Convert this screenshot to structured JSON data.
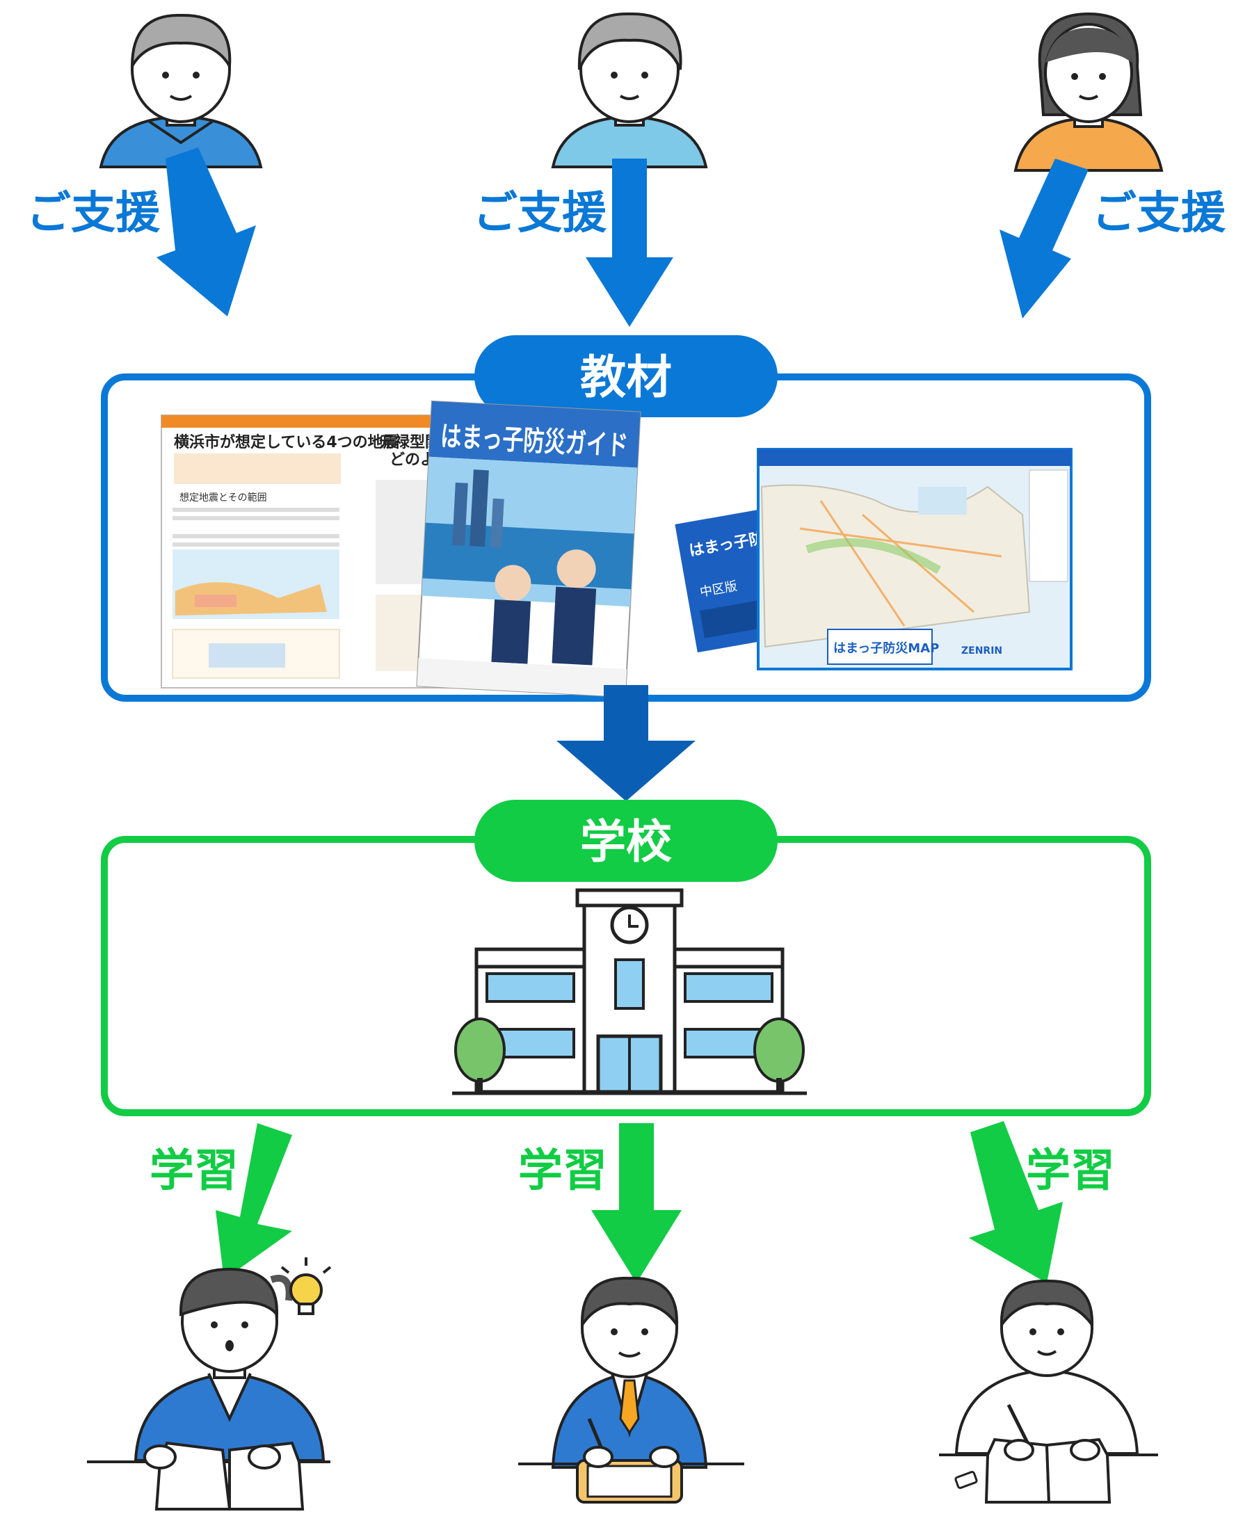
{
  "supporters": {
    "label": "ご支援"
  },
  "materials": {
    "label": "教材",
    "doc_page_title": "横浜市が想定している4つの地震",
    "doc_section": "想定地震とその範囲",
    "doc_right_heading": "元禄型関東地震が",
    "doc_right_sub": "どのような被害が",
    "guide_title": "はまっ子防災ガイド",
    "map_cover_title": "はまっ子防災MAP",
    "map_cover_ward": "中区版",
    "map_footer_title": "はまっ子防災MAP",
    "map_brand": "ZENRIN"
  },
  "school": {
    "label": "学校"
  },
  "students": {
    "label": "学習"
  },
  "colors": {
    "support_blue": "#0a78d6",
    "materials_blue": "#0a78d6",
    "school_green": "#11cc44",
    "dark_arrow_blue": "#0a5fb5"
  }
}
